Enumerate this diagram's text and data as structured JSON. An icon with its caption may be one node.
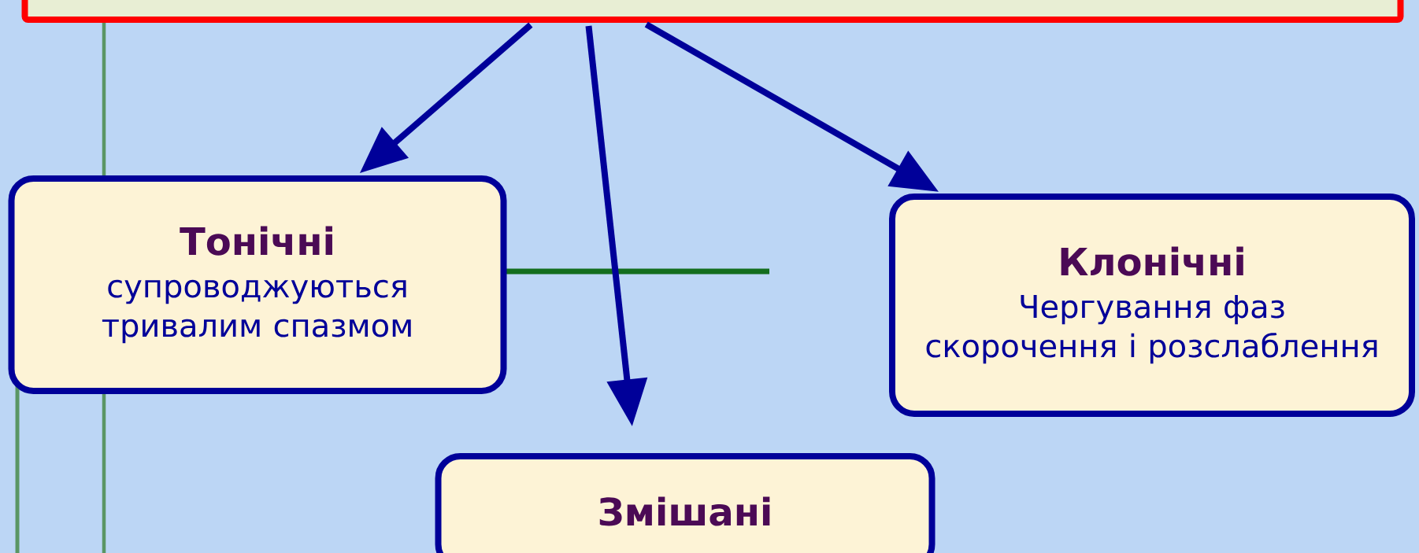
{
  "diagram": {
    "nodes": [
      {
        "text": [],
        "shape": "box"
      },
      {
        "text": [
          "Тонічні",
          "супроводжуються тривалим спазмом"
        ]
      },
      {
        "text": [
          "Клонічні",
          "Чергування фаз скорочення і розслаблення"
        ]
      },
      {
        "text": [
          "Змішані"
        ]
      }
    ],
    "edges": [
      {
        "from": 0,
        "to": 1,
        "arrow": "to"
      },
      {
        "from": 0,
        "to": 3,
        "arrow": "to"
      },
      {
        "from": 0,
        "to": 2,
        "arrow": "to"
      }
    ]
  }
}
